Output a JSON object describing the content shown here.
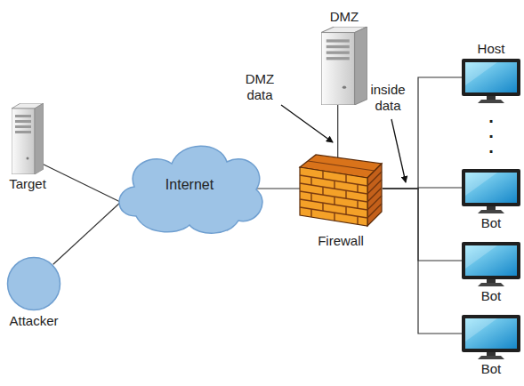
{
  "diagram": {
    "nodes": [
      {
        "text": [
          "Target"
        ]
      },
      {
        "text": [
          "Attacker"
        ]
      },
      {
        "text": [
          "Internet"
        ]
      },
      {
        "text": [
          "Firewall"
        ]
      },
      {
        "text": [
          "DMZ"
        ]
      },
      {
        "text": [
          "Host"
        ]
      },
      {
        "text": [
          "Bot"
        ]
      },
      {
        "text": [
          "Bot"
        ]
      },
      {
        "text": [
          "Bot"
        ]
      }
    ],
    "edges": [
      {
        "from": 0,
        "to": 2,
        "arrow": "none"
      },
      {
        "from": 1,
        "to": 2,
        "arrow": "none"
      },
      {
        "from": 2,
        "to": 3,
        "arrow": "none"
      },
      {
        "from": 3,
        "to": 4,
        "arrow": "none"
      },
      {
        "from": 3,
        "to": 5,
        "arrow": "none"
      },
      {
        "from": 3,
        "to": 6,
        "arrow": "none"
      },
      {
        "from": 3,
        "to": 7,
        "arrow": "none"
      },
      {
        "from": 3,
        "to": 8,
        "arrow": "none"
      }
    ],
    "labels": [
      "DMZ data",
      "inside data",
      ".",
      ".",
      "."
    ]
  }
}
